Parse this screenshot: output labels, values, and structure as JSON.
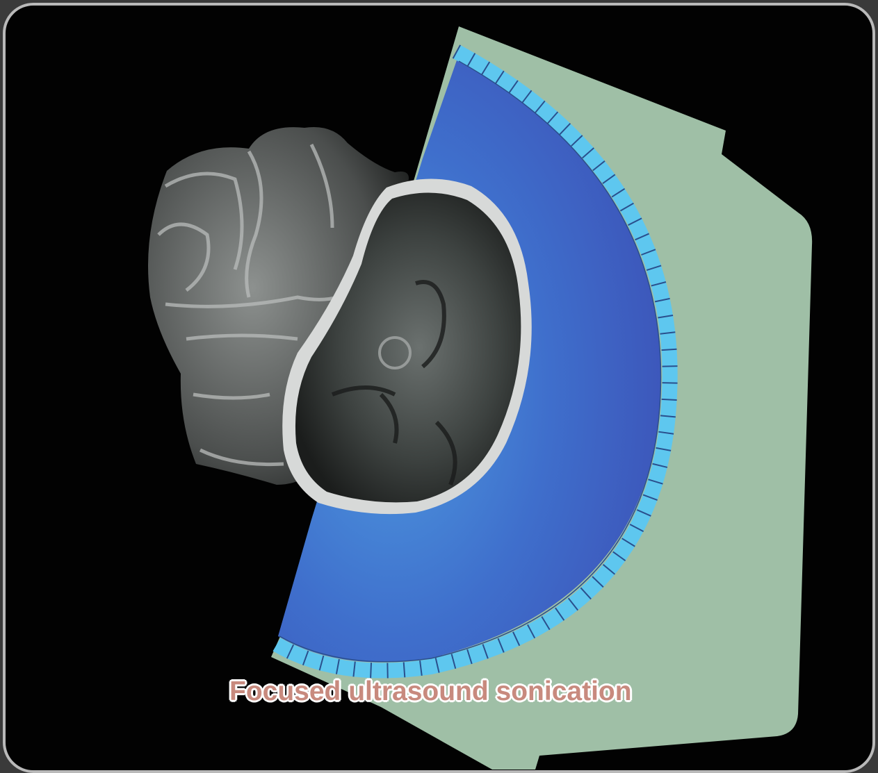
{
  "caption": {
    "text": "Focused ultrasound sonication"
  },
  "colors": {
    "background": "#020202",
    "frame_border": "#b9b9b9",
    "transducer_housing": "#9fbfa6",
    "beam_field": "#3f57b8",
    "beam_field_light": "#4a8fd6",
    "transducer_elements": "#5ec7ef",
    "caption_text": "#c88a7e",
    "caption_outline": "#ffffff"
  },
  "image": {
    "subject": "sagittal head MRI",
    "overlay": "hemispheric ultrasound transducer array"
  }
}
